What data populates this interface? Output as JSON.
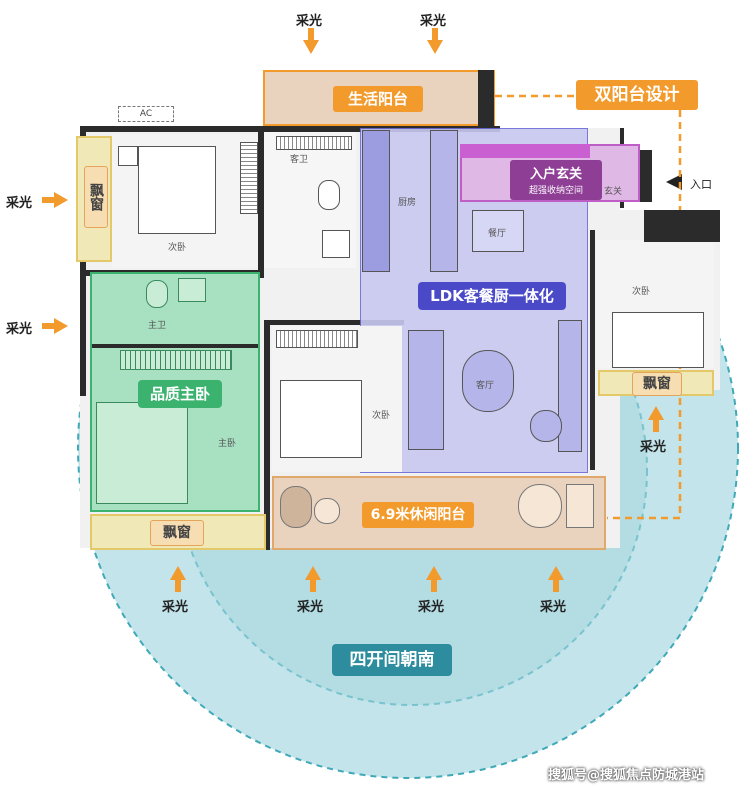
{
  "sunlight_label": "采光",
  "labels": {
    "shenghuo_yangtai": "生活阳台",
    "shuang_yangtai": "双阳台设计",
    "ruhu_xuanguan": "入户玄关",
    "ruhu_sub": "超强收纳空间",
    "ldk": "LDK客餐厨一体化",
    "pinzhi_zhuwo": "品质主卧",
    "piaochuang": "飘窗",
    "xiuxian_yangtai": "6.9米休闲阳台",
    "sikaijian": "四开间朝南",
    "rukou": "入口",
    "ac": "AC"
  },
  "rooms": {
    "kewei": "客卫",
    "chufang": "厨房",
    "canting": "餐厅",
    "xuanguan": "玄关",
    "ciwo_1": "次卧",
    "ciwo_2": "次卧",
    "ciwo_3": "次卧",
    "zhuwei": "主卫",
    "zhuwo": "主卧",
    "keting": "客厅"
  },
  "watermark": "搜狐号@搜狐焦点防城港站",
  "colors": {
    "orange": "#f39a2c",
    "ldk_fill": "#c9c9f2",
    "master_fill": "#a8e0c2",
    "pink_fill": "#d9a6d9",
    "balcony_fill": "#e9d3bf",
    "circle_fill": "#bfe3ea"
  }
}
